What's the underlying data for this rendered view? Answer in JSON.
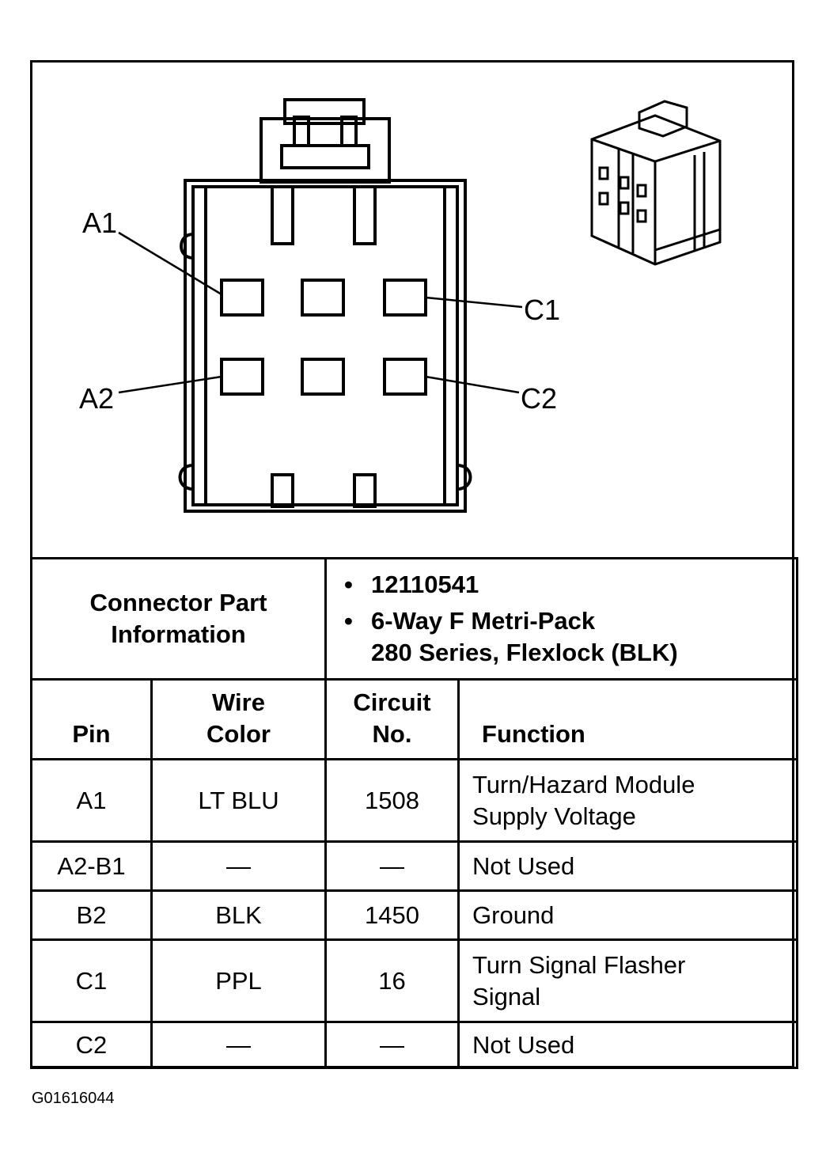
{
  "diagram": {
    "pin_labels": [
      "A1",
      "A2",
      "C1",
      "C2"
    ]
  },
  "connector_info": {
    "label_line1": "Connector Part",
    "label_line2": "Information",
    "part_number": "12110541",
    "description_line1": "6-Way F Metri-Pack",
    "description_line2": "280 Series, Flexlock (BLK)"
  },
  "table": {
    "headers": {
      "pin": "Pin",
      "wire_color_line1": "Wire",
      "wire_color_line2": "Color",
      "circuit_line1": "Circuit",
      "circuit_line2": "No.",
      "function": "Function"
    },
    "rows": [
      {
        "pin": "A1",
        "wire_color": "LT BLU",
        "circuit": "1508",
        "function_line1": "Turn/Hazard Module",
        "function_line2": "Supply Voltage"
      },
      {
        "pin": "A2-B1",
        "wire_color": "—",
        "circuit": "—",
        "function_line1": "Not Used",
        "function_line2": ""
      },
      {
        "pin": "B2",
        "wire_color": "BLK",
        "circuit": "1450",
        "function_line1": "Ground",
        "function_line2": ""
      },
      {
        "pin": "C1",
        "wire_color": "PPL",
        "circuit": "16",
        "function_line1": "Turn Signal Flasher",
        "function_line2": "Signal"
      },
      {
        "pin": "C2",
        "wire_color": "—",
        "circuit": "—",
        "function_line1": "Not Used",
        "function_line2": ""
      }
    ]
  },
  "figure_id": "G01616044"
}
